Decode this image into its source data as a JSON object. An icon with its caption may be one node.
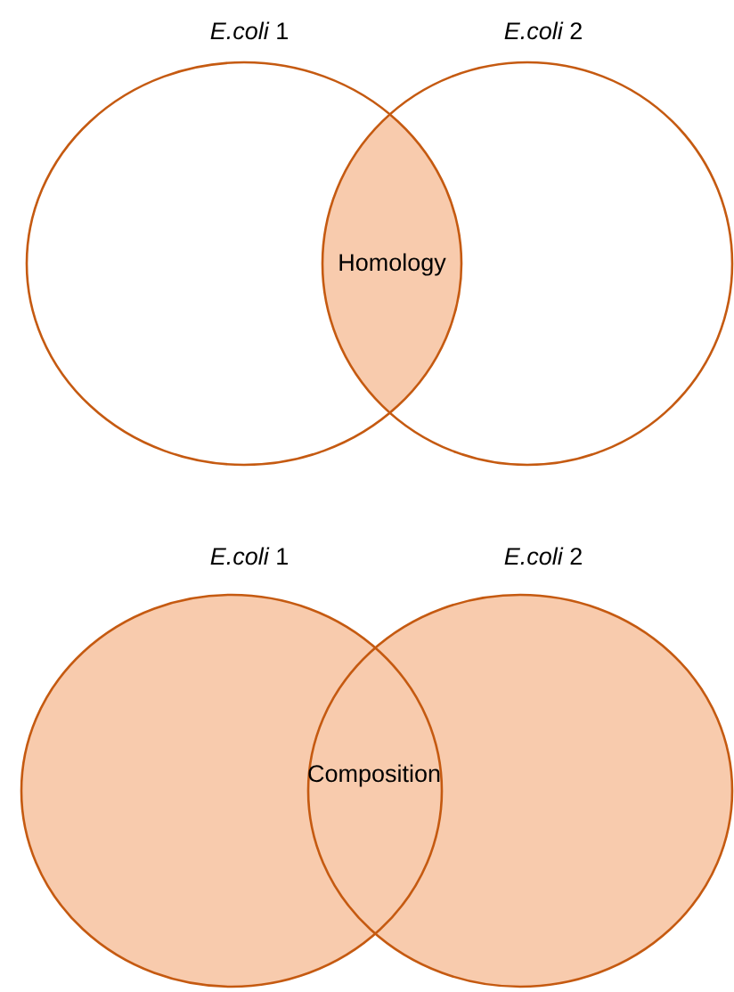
{
  "diagram": {
    "nodes": [
      {
        "text": [
          "*E.coli* 1"
        ]
      },
      {
        "text": [
          "*E.coli* 2"
        ]
      },
      {
        "text": [
          "Homology"
        ]
      },
      {
        "text": [
          "*E.coli* 1"
        ]
      },
      {
        "text": [
          "*E.coli* 2"
        ]
      }
    ],
    "edges": [],
    "labels": [
      "Composition"
    ]
  }
}
